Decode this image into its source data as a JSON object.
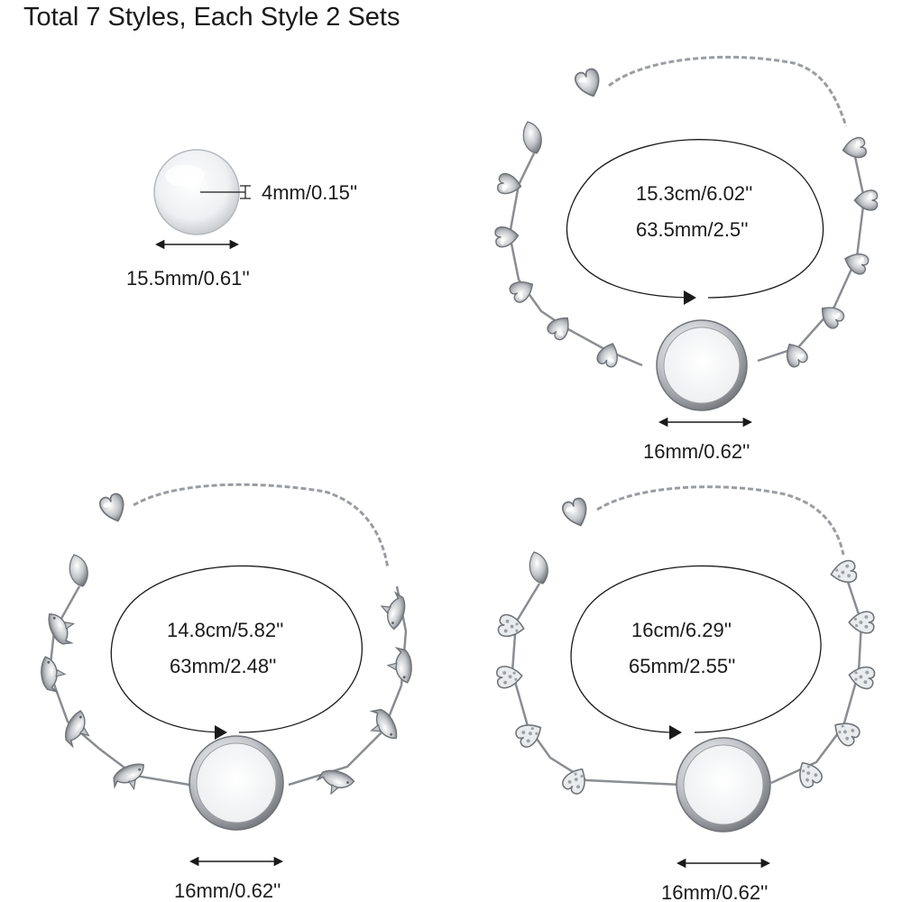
{
  "title": "Total 7 Styles, Each Style 2 Sets",
  "cabochon": {
    "thickness_label": "4mm/0.15''",
    "diameter_label": "15.5mm/0.61''"
  },
  "bracelets": [
    {
      "style": "heart-link",
      "length_label": "15.3cm/6.02''",
      "circle_label": "63.5mm/2.5''",
      "tray_label": "16mm/0.62''"
    },
    {
      "style": "dolphin-link",
      "length_label": "14.8cm/5.82''",
      "circle_label": "63mm/2.48''",
      "tray_label": "16mm/0.62''"
    },
    {
      "style": "rhinestone-heart-link",
      "length_label": "16cm/6.29''",
      "circle_label": "65mm/2.55''",
      "tray_label": "16mm/0.62''"
    }
  ],
  "colors": {
    "metal": "#b9bcc0",
    "metal_dark": "#7d8085",
    "metal_light": "#eef0f2",
    "glass": "#f2f3f4",
    "text": "#1a1a1a"
  }
}
